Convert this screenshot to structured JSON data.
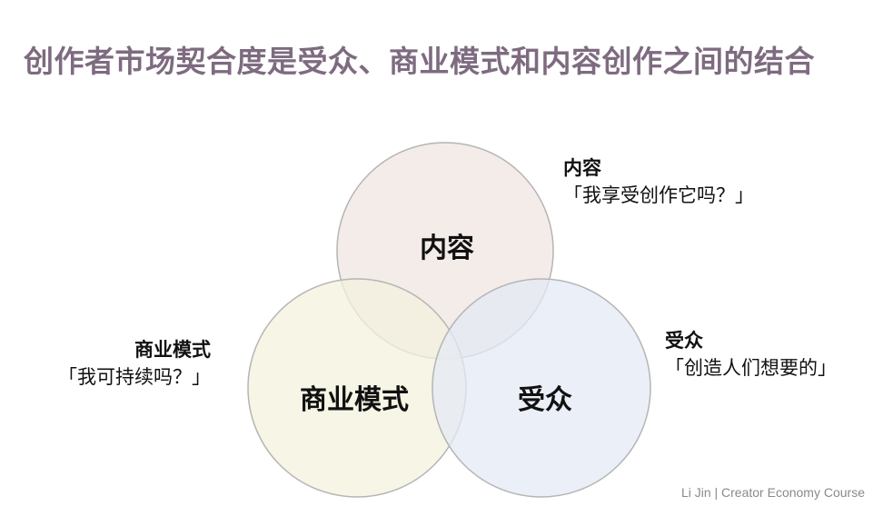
{
  "title": "创作者市场契合度是受众、商业模式和内容创作之间的结合",
  "circles": {
    "content": {
      "label": "内容",
      "fill": "#efe5e1"
    },
    "business": {
      "label": "商业模式",
      "fill": "#f3f2dd"
    },
    "audience": {
      "label": "受众",
      "fill": "#e4eaf4"
    },
    "stroke": "#b5b5b5"
  },
  "callouts": {
    "content": {
      "name": "内容",
      "quote": "「我享受创作它吗？」"
    },
    "audience": {
      "name": "受众",
      "quote": "「创造人们想要的」"
    },
    "business": {
      "name": "商业模式",
      "quote": "「我可持续吗？」"
    }
  },
  "footer": "Li Jin | Creator Economy Course"
}
